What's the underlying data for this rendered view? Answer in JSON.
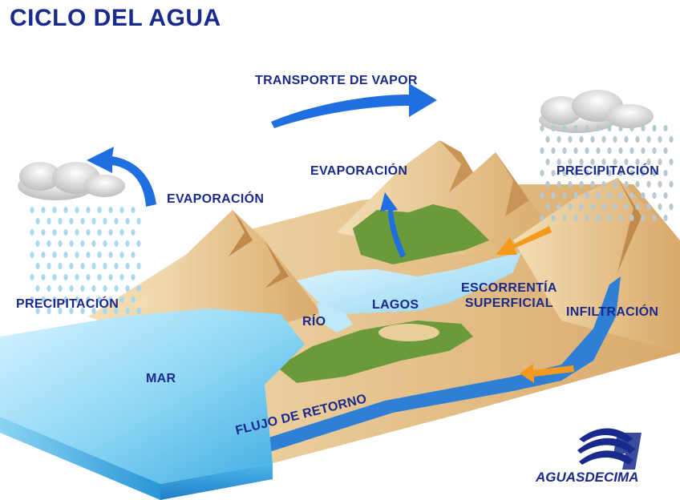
{
  "title": "CICLO DEL AGUA",
  "labels": {
    "transporte": "TRANSPORTE DE VAPOR",
    "evaporacion_left": "EVAPORACIÓN",
    "evaporacion_center": "EVAPORACIÓN",
    "precipitacion_right": "PRECIPITACIÓN",
    "precipitacion_left": "PRECIPITACIÓN",
    "lagos": "LAGOS",
    "rio": "RÍO",
    "escorrentia_line1": "ESCORRENTÍA",
    "escorrentia_line2": "SUPERFICIAL",
    "infiltracion": "INFILTRACIÓN",
    "mar": "MAR",
    "flujo": "FLUJO DE RETORNO"
  },
  "brand": {
    "name": "AGUASDECIMA"
  },
  "colors": {
    "title": "#1a2a8c",
    "sea": "#7fd0ef",
    "sea_dark": "#2a9fd8",
    "sand": "#efd3a0",
    "soil": "#e0b56e",
    "vegetation": "#6a9a3a",
    "arrow_blue": "#1f6fe0",
    "arrow_orange": "#f39a1d"
  }
}
